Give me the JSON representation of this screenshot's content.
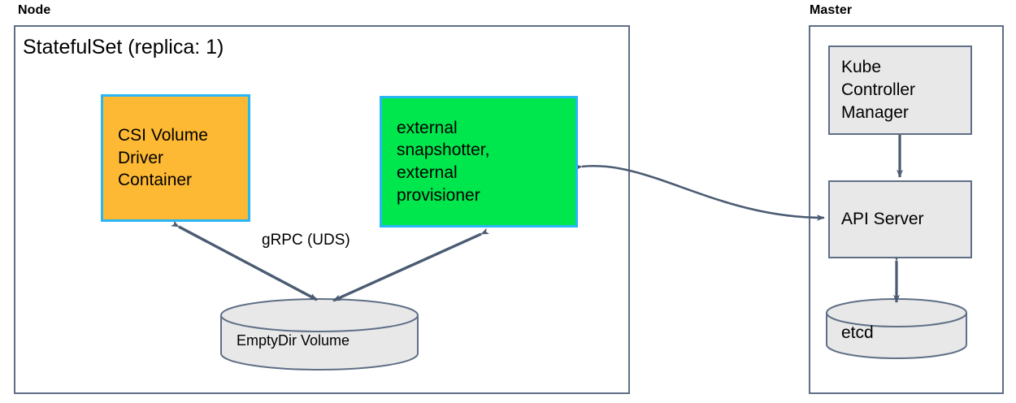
{
  "diagram": {
    "title_node": "Node",
    "title_master": "Master",
    "node_subtitle": "StatefulSet (replica: 1)",
    "boxes": {
      "csi": {
        "label": "CSI Volume\nDriver\nContainer",
        "fill": "#fdb933",
        "border": "#29b6f6"
      },
      "external": {
        "label": "external\nsnapshotter,\nexternal\nprovisioner",
        "fill": "#00e64d",
        "border": "#29b6f6"
      },
      "kcm": {
        "label": "Kube\nController\nManager",
        "fill": "#e8e8e8",
        "border": "#5f6f86"
      },
      "api": {
        "label": "API Server",
        "fill": "#e8e8e8",
        "border": "#5f6f86"
      }
    },
    "cylinders": {
      "emptydir": {
        "label": "EmptyDir Volume",
        "fill": "#e8e8e8",
        "border": "#5f6f86"
      },
      "etcd": {
        "label": "etcd",
        "fill": "#e8e8e8",
        "border": "#5f6f86"
      }
    },
    "edges": {
      "grpc": {
        "label": "gRPC (UDS)"
      }
    },
    "colors": {
      "container_border": "#5f6f86",
      "arrow": "#4a5b72",
      "accent_cyan": "#29b6f6",
      "orange": "#fdb933",
      "green": "#00e64d",
      "gray_fill": "#e8e8e8"
    }
  }
}
